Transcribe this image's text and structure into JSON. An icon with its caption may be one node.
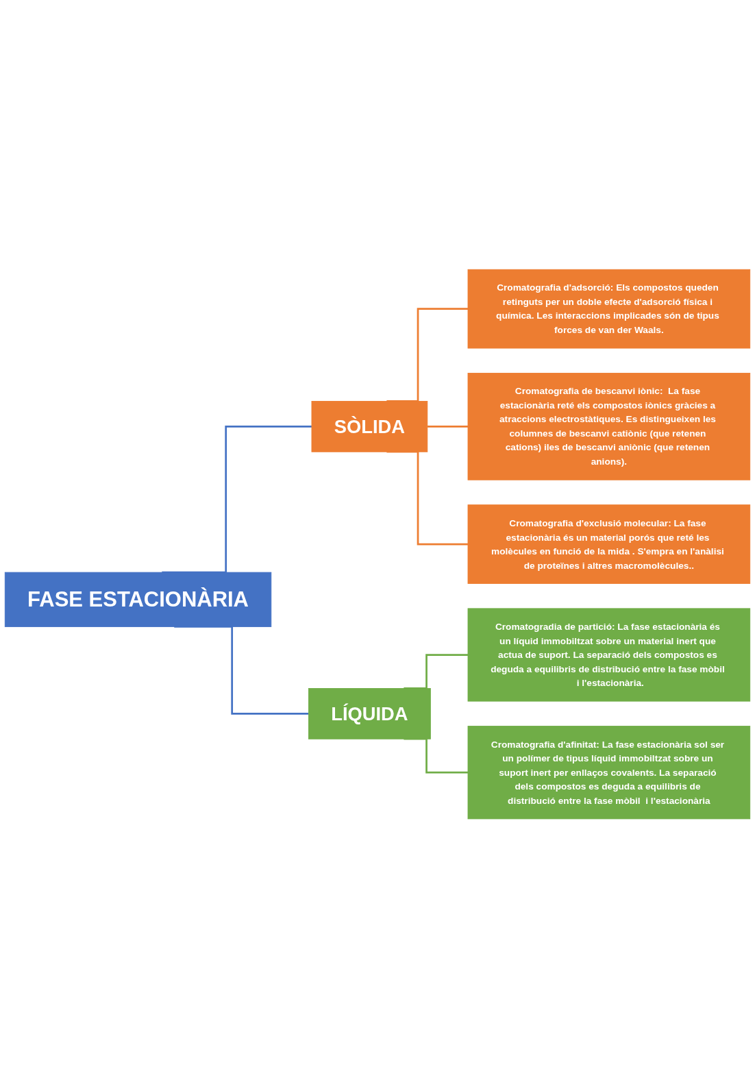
{
  "diagram": {
    "nodes": [
      {
        "text": [
          "FASE ESTACIONÀRIA"
        ]
      },
      {
        "text": [
          "SÒLIDA"
        ]
      },
      {
        "text": [
          "LÍQUIDA"
        ]
      },
      {
        "text": [
          "**Cromatografia d'adsorció**: Els compostos queden retinguts per un doble efecte d'adsorció física i química. Les interaccions implicades són de tipus forces de van der Waals."
        ]
      },
      {
        "text": [
          "**Cromatografia de bescanvi iònic**:  La fase estacionària reté els compostos iònics gràcies a atraccions electrostàtiques. Es distingueixen les columnes de bescanvi catiònic (que retenen cations) iles de bescanvi aniònic (que retenen anions)."
        ]
      },
      {
        "text": [
          "**Cromatografia d'exclusió molecular**: La fase estacionària és un material porós que reté les molècules en funció de la mida . S'empra en l'anàlisi de proteïnes i altres macromolècules.."
        ]
      },
      {
        "text": [
          "**Cromatogradia de partició**: La fase estacionària és un líquid immobiltzat sobre un material inert que actua de suport. La separació dels compostos es deguda a equilibris de distribució entre la fase mòbil  i l'estacionària."
        ]
      },
      {
        "text": [
          "**Cromatografia d'afinitat**: La fase estacionària sol ser un polímer de tipus líquid immobiltzat sobre un suport inert per enllaços covalents. La separació dels compostos es deguda a equilibris de distribució entre la fase mòbil  i l'estacionària"
        ]
      }
    ],
    "edges": [
      {
        "from": 0,
        "to": 1,
        "arrow": "none",
        "color": "#4472c4"
      },
      {
        "from": 0,
        "to": 2,
        "arrow": "none",
        "color": "#4472c4"
      },
      {
        "from": 1,
        "to": 3,
        "arrow": "none",
        "color": "#ed7d31"
      },
      {
        "from": 1,
        "to": 4,
        "arrow": "none",
        "color": "#ed7d31"
      },
      {
        "from": 1,
        "to": 5,
        "arrow": "none",
        "color": "#ed7d31"
      },
      {
        "from": 2,
        "to": 6,
        "arrow": "none",
        "color": "#70ad47"
      },
      {
        "from": 2,
        "to": 7,
        "arrow": "none",
        "color": "#70ad47"
      }
    ]
  }
}
